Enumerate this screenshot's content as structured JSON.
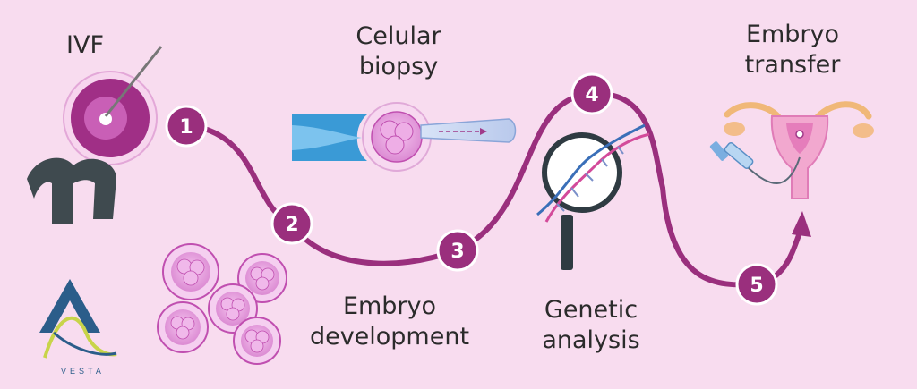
{
  "labels": {
    "ivf": "IVF",
    "biopsy_line1": "Celular",
    "biopsy_line2": "biopsy",
    "transfer_line1": "Embryo",
    "transfer_line2": "transfer",
    "development_line1": "Embryo",
    "development_line2": "development",
    "genetic_line1": "Genetic",
    "genetic_line2": "analysis"
  },
  "steps": [
    "1",
    "2",
    "3",
    "4",
    "5"
  ],
  "logo": {
    "text": "VESTA"
  },
  "colors": {
    "background": "#f8dcef",
    "path": "#9a2f7d",
    "cell": "#e9a8e2",
    "cell_border": "#c04fb0",
    "needle_blue": "#3a9ad6",
    "pipette": "#c9d9f3",
    "magnifier": "#2f3b42"
  }
}
